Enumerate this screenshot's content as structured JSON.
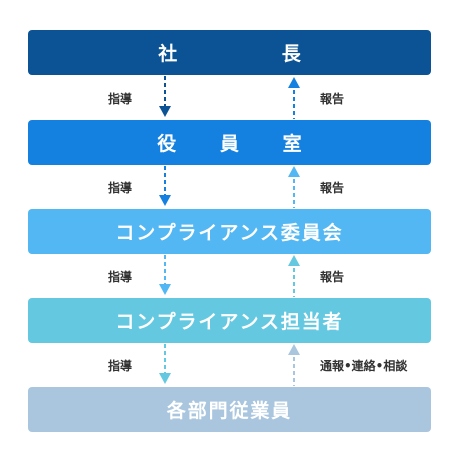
{
  "boxes": {
    "president": "社長",
    "executive": "役員室",
    "committee": "コンプライアンス委員会",
    "officer": "コンプライアンス担当者",
    "employees": "各部門従業員"
  },
  "labels": {
    "guidance_1": "指導",
    "guidance_2": "指導",
    "guidance_3": "指導",
    "guidance_4": "指導",
    "report_1": "報告",
    "report_2": "報告",
    "report_3": "報告",
    "report_4": "通報•連絡•相談"
  },
  "colors": {
    "president": "#0b5394",
    "executive": "#1480e0",
    "committee": "#52b7f2",
    "officer": "#64c8e0",
    "employees": "#a9c6de",
    "label_text": "#333333"
  }
}
